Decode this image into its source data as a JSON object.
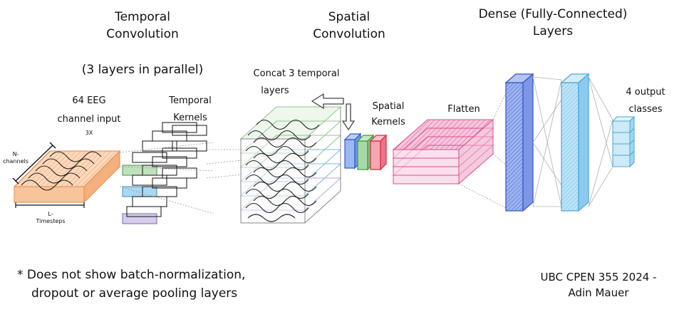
{
  "headings": {
    "temporal_line1": "Temporal",
    "temporal_line2": "Convolution",
    "parallel_note": "(3 layers in parallel)",
    "spatial_line1": "Spatial",
    "spatial_line2": "Convolution",
    "dense_line1": "Dense (Fully-Connected)",
    "dense_line2": "Layers"
  },
  "labels": {
    "input_line1": "64 EEG",
    "input_line2": "channel input",
    "input_multiplier": "3X",
    "n_channels_line1": "N-",
    "n_channels_line2": "channels",
    "timesteps_line1": "L-",
    "timesteps_line2": "Timesteps",
    "temporal_kernels_line1": "Temporal",
    "temporal_kernels_line2": "Kernels",
    "concat_line1": "Concat 3 temporal",
    "concat_line2": "layers",
    "spatial_kernels_line1": "Spatial",
    "spatial_kernels_line2": "Kernels",
    "flatten": "Flatten",
    "output_line1": "4 output",
    "output_line2": "classes"
  },
  "footnote": {
    "line1": "* Does not show batch-normalization,",
    "line2": "dropout or average pooling layers"
  },
  "credit": {
    "line1": "UBC CPEN 355 2024 -",
    "line2": "Adin Mauer"
  },
  "colors": {
    "input_orange": "#f3a56b",
    "kernel_green": "#8bc48a",
    "kernel_blue": "#6ab8e0",
    "kernel_purple": "#b6a6d8",
    "spatial_blue": "#3b6fd6",
    "spatial_green": "#4caf50",
    "spatial_red": "#e53950",
    "flatten_pink": "#e0609a",
    "dense_blue": "#3d5fd1",
    "dense_cyan": "#5fb8e6",
    "output_cyan": "#5fb8e6"
  }
}
